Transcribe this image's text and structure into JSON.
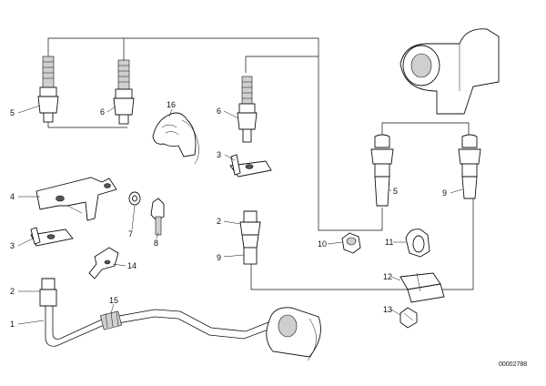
{
  "callouts": {
    "c1": "1",
    "c2a": "2",
    "c2b": "2",
    "c3a": "3",
    "c3b": "3",
    "c4": "4",
    "c5a": "5",
    "c5b": "5",
    "c6a": "6",
    "c6b": "6",
    "c7": "7",
    "c8": "8",
    "c9a": "9",
    "c9b": "9",
    "c10": "10",
    "c11": "11",
    "c12": "12",
    "c13": "13",
    "c14": "14",
    "c15": "15",
    "c16": "16"
  },
  "document_id": "00002788"
}
